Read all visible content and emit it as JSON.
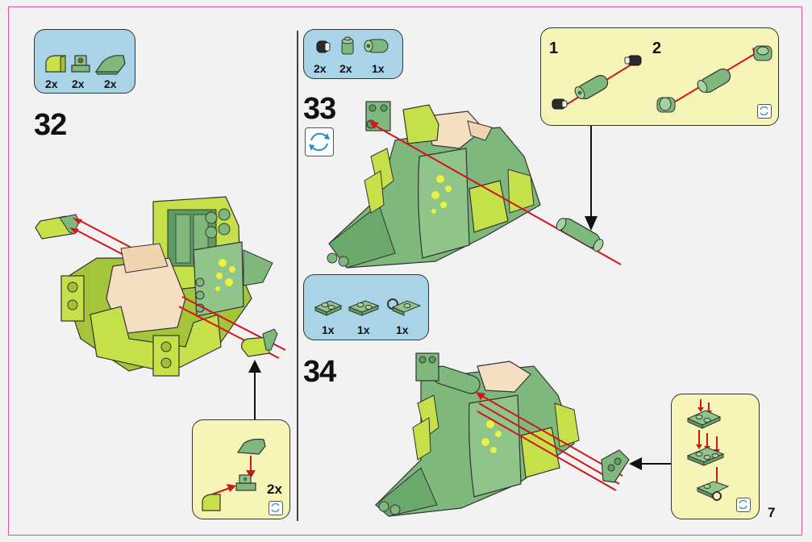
{
  "page": {
    "number": "7"
  },
  "colors": {
    "border": "#d7559a",
    "parts_box": "#a9d3e6",
    "sub_box": "#f7f4b8",
    "lime": "#c6e04a",
    "green": "#7fb87c",
    "dark_green": "#5f9c61",
    "cream": "#f5dfc3",
    "arrow": "#d4141b"
  },
  "steps": [
    {
      "number": "32",
      "parts": [
        {
          "icon": "lime-curved-slope-icon",
          "qty": "2x"
        },
        {
          "icon": "green-bracket-plate-icon",
          "qty": "2x"
        },
        {
          "icon": "green-curved-slope-icon",
          "qty": "2x"
        }
      ],
      "sub_assembly": {
        "qty": "2x",
        "rotate_icon": "rotate-icon"
      }
    },
    {
      "number": "33",
      "parts": [
        {
          "icon": "black-pin-icon",
          "qty": "2x"
        },
        {
          "icon": "green-round-brick-icon",
          "qty": "2x"
        },
        {
          "icon": "green-axle-connector-icon",
          "qty": "1x"
        }
      ],
      "sub_assembly": {
        "labels": [
          "1",
          "2"
        ],
        "rotate_icon": "rotate-icon"
      },
      "rotate_icon": "rotate-model-icon"
    },
    {
      "number": "34",
      "parts": [
        {
          "icon": "green-plate-1x2-icon",
          "qty": "1x"
        },
        {
          "icon": "green-plate-stud-icon",
          "qty": "1x"
        },
        {
          "icon": "green-clip-plate-icon",
          "qty": "1x"
        }
      ],
      "sub_assembly": {
        "rotate_icon": "rotate-icon"
      }
    }
  ]
}
